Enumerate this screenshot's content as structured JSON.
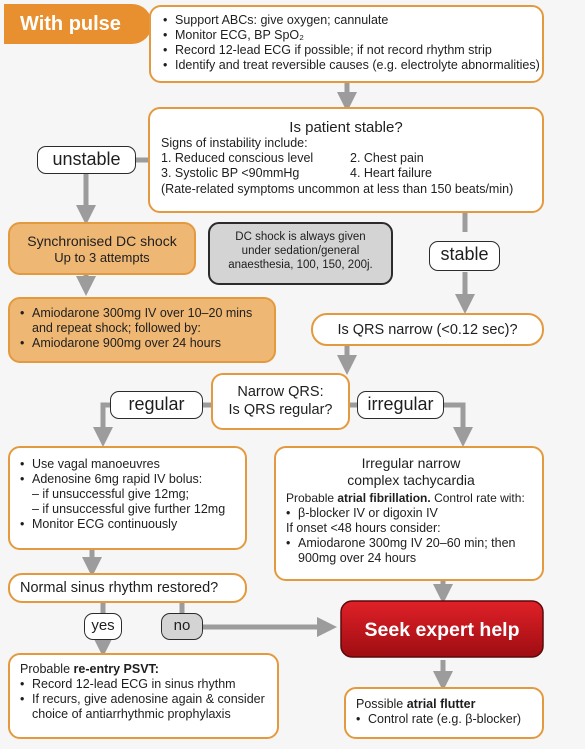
{
  "title": "With pulse",
  "initial_steps": [
    "Support ABCs: give oxygen; cannulate",
    "Monitor ECG, BP SpO₂",
    "Record 12-lead ECG if possible; if not record rhythm strip",
    "Identify and treat reversible causes (e.g. electrolyte abnormalities)"
  ],
  "stable_check": {
    "question": "Is patient stable?",
    "intro": "Signs of instability include:",
    "sign1": "1. Reduced conscious level",
    "sign2": "2. Chest pain",
    "sign3": "3. Systolic BP <90mmHg",
    "sign4": "4. Heart failure",
    "note": "(Rate-related symptoms uncommon at less than 150 beats/min)"
  },
  "labels": {
    "unstable": "unstable",
    "stable": "stable",
    "regular": "regular",
    "irregular": "irregular",
    "yes": "yes",
    "no": "no"
  },
  "shock": {
    "title": "Synchronised DC shock",
    "subtitle": "Up to 3 attempts"
  },
  "shock_note": "DC shock is always given under sedation/general anaesthesia, 100, 150, 200j.",
  "amiodarone_items": [
    "Amiodarone 300mg IV over 10–20 mins and repeat shock; followed by:",
    "Amiodarone 900mg over 24 hours"
  ],
  "qrs_narrow": "Is QRS narrow (<0.12 sec)?",
  "narrow_qrs": {
    "line1": "Narrow QRS:",
    "line2": "Is QRS regular?"
  },
  "regular_treatment": {
    "item1": "Use vagal manoeuvres",
    "item2": "Adenosine 6mg rapid IV bolus:",
    "sub1": "– if unsuccessful give 12mg;",
    "sub2": "– if unsuccessful give further 12mg",
    "item3": "Monitor ECG continuously"
  },
  "irregular_treatment": {
    "title1": "Irregular narrow",
    "title2": "complex tachycardia",
    "probable_prefix": "Probable ",
    "probable_bold": "atrial fibrillation.",
    "probable_suffix": " Control rate with:",
    "item1": "β-blocker IV or digoxin IV",
    "onset": "If onset <48 hours consider:",
    "item2": "Amiodarone 300mg IV 20–60 min; then 900mg over 24 hours"
  },
  "sinus_question": "Normal sinus rhythm restored?",
  "expert_help": "Seek expert help",
  "psvt": {
    "prefix": "Probable ",
    "bold": "re-entry PSVT:",
    "item1": "Record 12-lead ECG in sinus rhythm",
    "item2": "If recurs, give adenosine again & consider choice of antiarrhythmic prophylaxis"
  },
  "flutter": {
    "prefix": "Possible ",
    "bold": "atrial flutter",
    "item1": "Control rate (e.g. β-blocker)"
  },
  "colors": {
    "orange_border": "#e39a3f",
    "orange_fill": "#efb774",
    "title_fill": "#e8902f",
    "arrow_grey": "#9c9c9c",
    "expert_red": "#c8151b"
  }
}
